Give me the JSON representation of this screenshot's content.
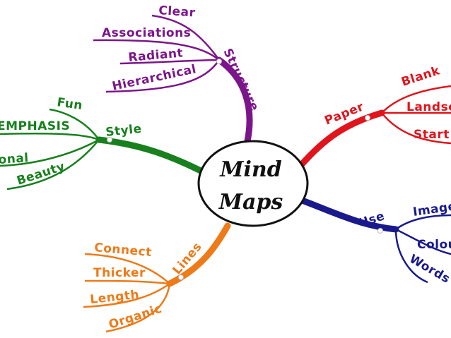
{
  "center": {
    "line1": "Mind",
    "line2": "Maps"
  },
  "colors": {
    "structure": "#7b168a",
    "paper": "#e0141c",
    "style": "#18801e",
    "use": "#1a1a8c",
    "lines": "#ee7a18"
  },
  "branches": {
    "structure": {
      "label": "Structure",
      "children": [
        "Clear",
        "Associations",
        "Radiant",
        "Hierarchical"
      ]
    },
    "paper": {
      "label": "Paper",
      "children": [
        "Blank",
        "Landsc",
        "Start"
      ]
    },
    "style": {
      "label": "Style",
      "children": [
        "Fun",
        "EMPHASIS",
        "onal",
        "Beauty"
      ]
    },
    "use": {
      "label": "Use",
      "children": [
        "Image",
        "Colou",
        "Words"
      ]
    },
    "lines": {
      "label": "Lines",
      "children": [
        "Connect",
        "Thicker",
        "Length",
        "Organic"
      ]
    }
  }
}
